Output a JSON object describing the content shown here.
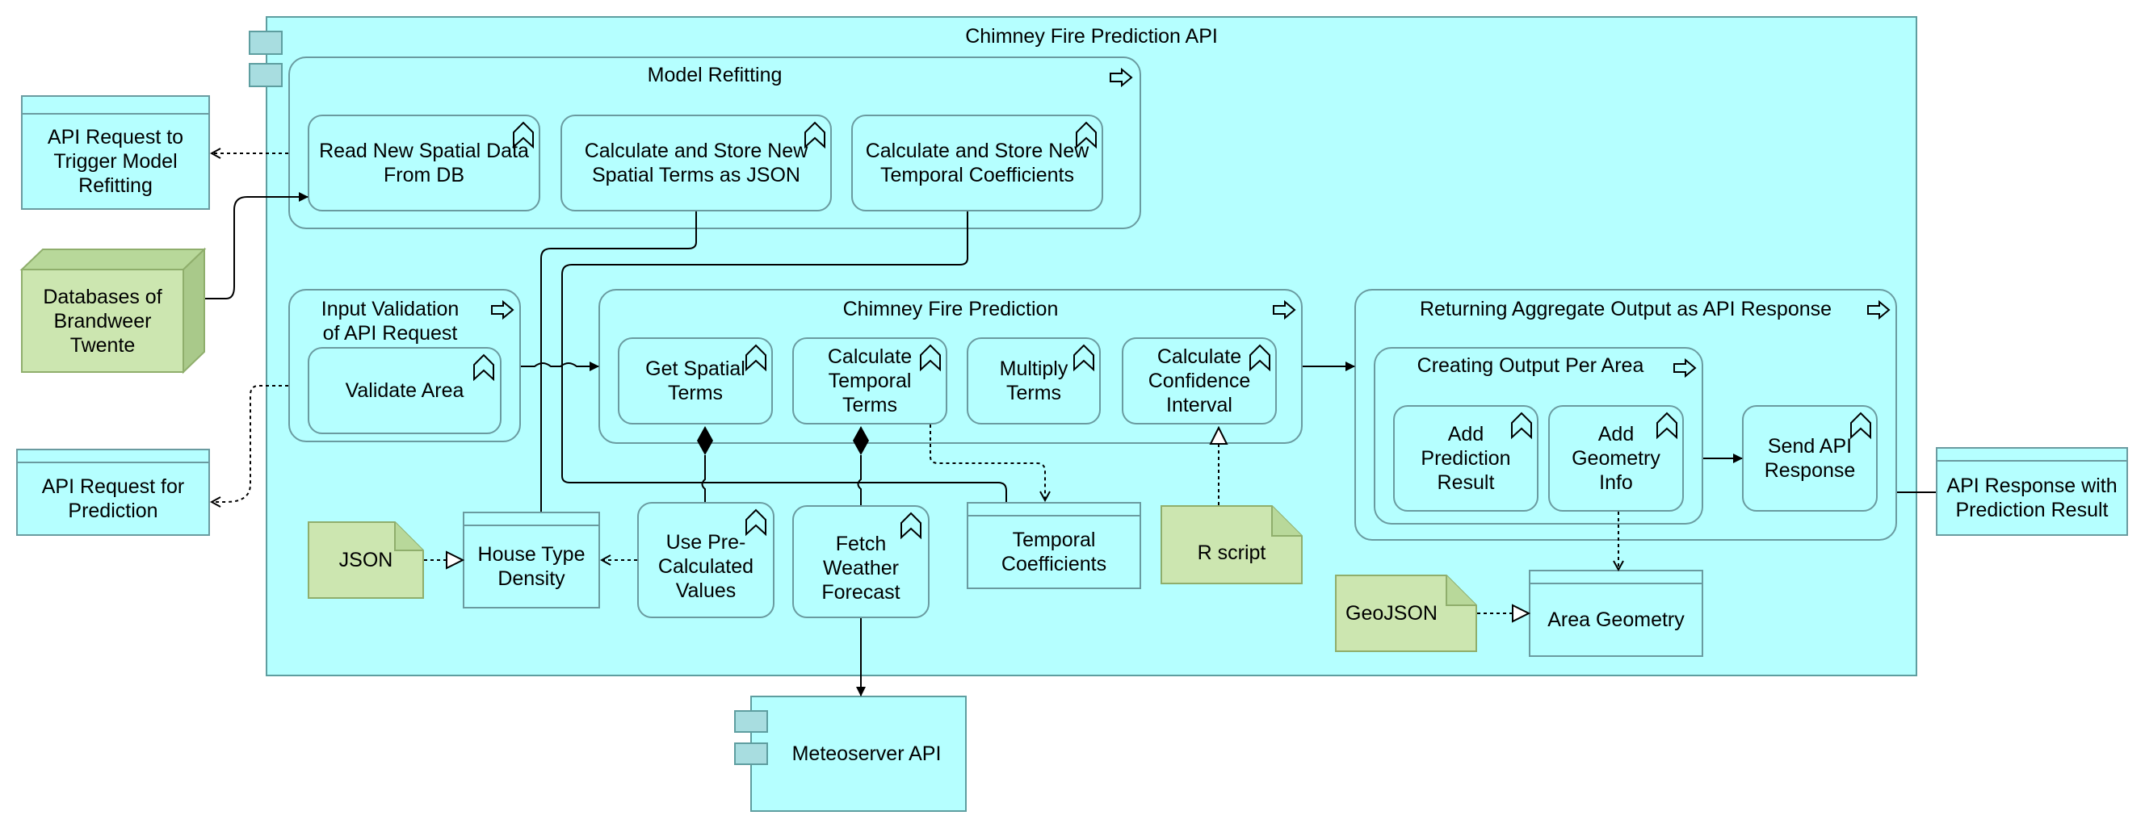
{
  "diagram": {
    "api_title": "Chimney Fire Prediction API",
    "model_refitting": {
      "title": "Model Refitting",
      "read_data": "Read New Spatial Data\nFrom DB",
      "spatial_terms": "Calculate and Store New\nSpatial Terms as JSON",
      "temporal_coeffs": "Calculate and Store New\nTemporal Coefficients"
    },
    "input_validation": {
      "title": "Input Validation\nof API Request",
      "validate_area": "Validate Area"
    },
    "prediction": {
      "title": "Chimney Fire Prediction",
      "get_spatial": "Get Spatial\nTerms",
      "calc_temporal": "Calculate\nTemporal\nTerms",
      "multiply": "Multiply\nTerms",
      "confidence": "Calculate\nConfidence\nInterval"
    },
    "returning": {
      "title": "Returning Aggregate Output as API Response",
      "creating": "Creating Output Per Area",
      "add_prediction": "Add\nPrediction\nResult",
      "add_geometry": "Add\nGeometry\nInfo",
      "send_response": "Send API\nResponse"
    },
    "objects": {
      "house_density": "House Type\nDensity",
      "pre_calc": "Use Pre-\nCalculated\nValues",
      "fetch_weather": "Fetch\nWeather\nForecast",
      "temporal_coeffs_obj": "Temporal\nCoefficients",
      "area_geometry": "Area Geometry"
    },
    "artifacts": {
      "json": "JSON",
      "r_script": "R script",
      "geojson": "GeoJSON"
    },
    "external": {
      "trigger_request": "API Request to\nTrigger Model\nRefitting",
      "databases": "Databases of\nBrandweer\nTwente",
      "prediction_request": "API Request for\nPrediction",
      "meteoserver": "Meteoserver API",
      "response": "API Response with\nPrediction Result"
    }
  }
}
